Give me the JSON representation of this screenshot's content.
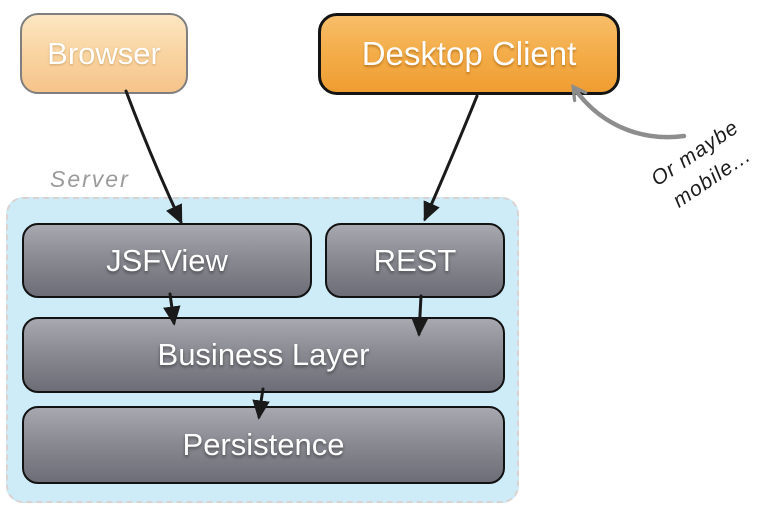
{
  "nodes": {
    "browser": {
      "label": "Browser"
    },
    "desktop_client": {
      "label": "Desktop Client"
    },
    "jsf_view": {
      "label": "JSFView"
    },
    "rest": {
      "label": "REST"
    },
    "business_layer": {
      "label": "Business Layer"
    },
    "persistence": {
      "label": "Persistence"
    }
  },
  "server_group": {
    "label": "Server"
  },
  "annotation": {
    "line1": "Or maybe",
    "line2": "mobile..."
  },
  "edges": [
    {
      "from": "browser",
      "to": "jsf_view",
      "style": "black-sketch"
    },
    {
      "from": "desktop_client",
      "to": "rest",
      "style": "black-sketch"
    },
    {
      "from": "jsf_view",
      "to": "business_layer",
      "style": "black-sketch"
    },
    {
      "from": "rest",
      "to": "business_layer",
      "style": "black-sketch"
    },
    {
      "from": "business_layer",
      "to": "persistence",
      "style": "black-sketch"
    },
    {
      "from": "annotation",
      "to": "desktop_client",
      "style": "gray-sketch"
    }
  ],
  "colors": {
    "browser_gradient_top": "#fde7c3",
    "browser_gradient_bottom": "#f6c48b",
    "browser_border": "#7f7f7f",
    "desktop_gradient_top": "#f8be6a",
    "desktop_gradient_bottom": "#ef9d31",
    "desktop_border": "#141414",
    "server_fill": "#cdecf7",
    "server_border_dashed": "#dbd2d2",
    "server_label_color": "#9b9b9b",
    "gray_gradient_top": "#a8a8b0",
    "gray_gradient_bottom": "#6d6d77",
    "node_text": "#ffffff",
    "arrow_black": "#1a1a1a",
    "arrow_gray": "#8d8d8d",
    "background": "#ffffff"
  }
}
